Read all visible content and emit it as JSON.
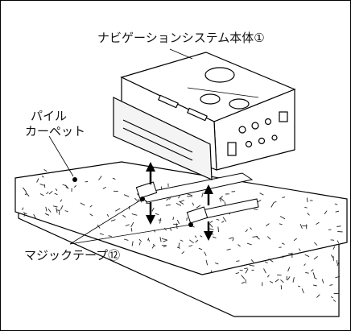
{
  "labels": {
    "unit": "ナビゲーションシステム本体①",
    "carpet_line1": "パイル",
    "carpet_line2": "カーペット",
    "tape": "マジックテープ⑫"
  },
  "colors": {
    "line": "#000000",
    "background": "#ffffff"
  }
}
